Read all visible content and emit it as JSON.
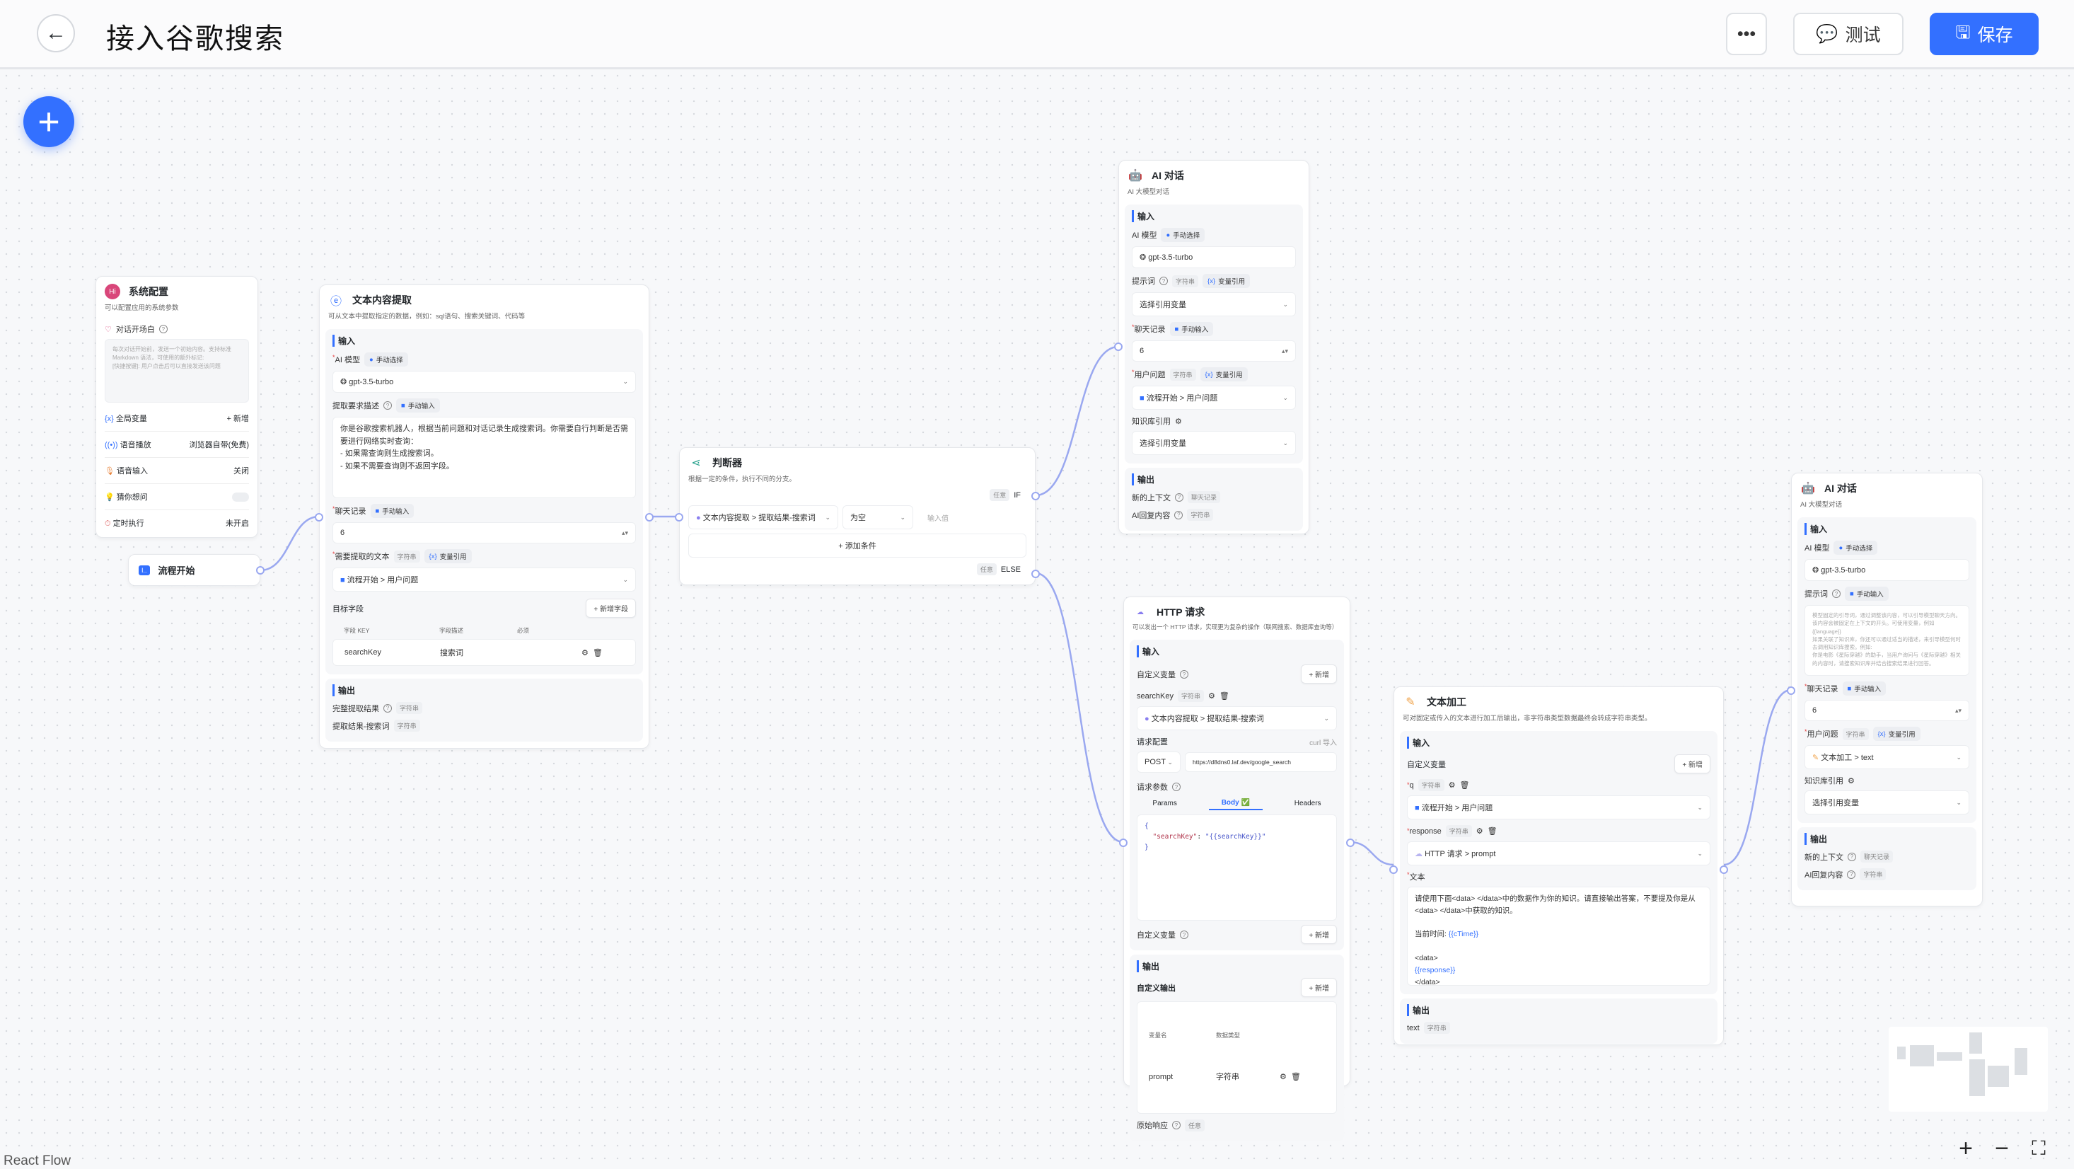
{
  "header": {
    "title": "接入谷歌搜索",
    "more_label": "•••",
    "test_label": "测试",
    "save_label": "保存"
  },
  "colors": {
    "accent": "#3370ff",
    "edge": "#9aa8f0"
  },
  "system_config": {
    "title": "系统配置",
    "desc": "可以配置应用的系统参数",
    "welcome_label": "对话开场白",
    "welcome_placeholder": "每次对话开始前，发送一个初始内容。支持标准 Markdown 语法，可使用的额外标记:\n[快捷按键]: 用户点击后可以直接发送该问题",
    "rows": [
      {
        "label": "全局变量",
        "value": "+ 新增"
      },
      {
        "label": "语音播放",
        "value": "浏览器自带(免费)"
      },
      {
        "label": "语音输入",
        "value": "关闭"
      },
      {
        "label": "猜你想问",
        "value": ""
      },
      {
        "label": "定时执行",
        "value": "未开启"
      }
    ],
    "guess_toggle_on": false
  },
  "flow_start": {
    "title": "流程开始"
  },
  "extract": {
    "title": "文本内容提取",
    "desc": "可从文本中提取指定的数据，例如：sql语句、搜索关键词、代码等",
    "input": "输入",
    "model_label": "AI 模型",
    "model_chip": "手动选择",
    "model": "gpt-3.5-turbo",
    "req_label": "提取要求描述",
    "req_chip": "手动输入",
    "req_text": "你是谷歌搜索机器人，根据当前问题和对话记录生成搜索词。你需要自行判断是否需要进行网络实时查询：\n- 如果需查询则生成搜索词。\n- 如果不需要查询则不返回字段。",
    "history_label": "聊天记录",
    "history_chip": "手动输入",
    "history_value": "6",
    "text_label": "需要提取的文本",
    "text_tag": "字符串",
    "text_chip": "变量引用",
    "text_value": "流程开始 > 用户问题",
    "target_label": "目标字段",
    "add_field": "+ 新增字段",
    "cols": [
      "字段 KEY",
      "字段描述",
      "必须"
    ],
    "field_key": "searchKey",
    "field_desc": "搜索词",
    "output": "输出",
    "out1": "完整提取结果",
    "out1_tag": "字符串",
    "out2": "提取结果-搜索词",
    "out2_tag": "字符串"
  },
  "judge": {
    "title": "判断器",
    "desc": "根据一定的条件，执行不同的分支。",
    "if_tag": "任意",
    "if_label": "IF",
    "cond_var": "文本内容提取 > 提取结果-搜索词",
    "cond_op": "为空",
    "cond_value_placeholder": "输入值",
    "add_cond": "+  添加条件",
    "else_tag": "任意",
    "else_label": "ELSE"
  },
  "ai1": {
    "title": "AI 对话",
    "desc": "AI 大模型对话",
    "input": "输入",
    "model_label": "AI 模型",
    "model_chip": "手动选择",
    "model": "gpt-3.5-turbo",
    "prompt_label": "提示词",
    "prompt_tag": "字符串",
    "prompt_chip": "变量引用",
    "prompt_value": "选择引用变量",
    "history_label": "聊天记录",
    "history_chip": "手动输入",
    "history_value": "6",
    "q_label": "用户问题",
    "q_tag": "字符串",
    "q_chip": "变量引用",
    "q_value": "流程开始 > 用户问题",
    "kb_label": "知识库引用",
    "kb_value": "选择引用变量",
    "output": "输出",
    "out1": "新的上下文",
    "out1_tag": "聊天记录",
    "out2": "AI回复内容",
    "out2_tag": "字符串"
  },
  "http": {
    "title": "HTTP 请求",
    "desc": "可以发出一个 HTTP 请求，实现更为复杂的操作（联网搜索、数据库查询等）",
    "input": "输入",
    "custom_var": "自定义变量",
    "add": "+ 新增",
    "var_name": "searchKey",
    "var_tag": "字符串",
    "var_value": "文本内容提取 > 提取结果-搜索词",
    "req_cfg": "请求配置",
    "curl": "curl 导入",
    "method": "POST",
    "url": "https://d8dns0.laf.dev/google_search",
    "params_label": "请求参数",
    "tabs": [
      "Params",
      "Body ✅",
      "Headers"
    ],
    "body_open": "{",
    "body_key": "\"searchKey\"",
    "body_val": "\"{{searchKey}}\"",
    "body_close": "}",
    "custom_var2": "自定义变量",
    "add2": "+ 新增",
    "output": "输出",
    "custom_out": "自定义输出",
    "add3": "+ 新增",
    "out_cols": [
      "变量名",
      "数据类型"
    ],
    "out_name": "prompt",
    "out_type": "字符串",
    "raw": "原始响应",
    "raw_tag": "任意"
  },
  "textproc": {
    "title": "文本加工",
    "desc": "可对固定或传入的文本进行加工后输出，非字符串类型数据最终会转成字符串类型。",
    "input": "输入",
    "custom_var": "自定义变量",
    "add": "+ 新增",
    "v1": "q",
    "v1_tag": "字符串",
    "v1_value": "流程开始 > 用户问题",
    "v2": "response",
    "v2_tag": "字符串",
    "v2_value": "HTTP 请求 > prompt",
    "text_label": "文本",
    "text_l1": "请使用下面<data> </data>中的数据作为你的知识。请直接输出答案，不要提及你是从<data> </data>中获取的知识。",
    "text_l2": "当前时间: ",
    "text_l2_var": "{{cTime}}",
    "text_l3": "<data>",
    "text_l4": "{{response}}",
    "text_l5": "</data>",
    "output": "输出",
    "out": "text",
    "out_tag": "字符串"
  },
  "ai2": {
    "title": "AI 对话",
    "desc": "AI 大模型对话",
    "input": "输入",
    "model_label": "AI 模型",
    "model_chip": "手动选择",
    "model": "gpt-3.5-turbo",
    "prompt_label": "提示词",
    "prompt_chip": "手动输入",
    "prompt_placeholder": "模型固定的引导词，通过调整该内容，可以引导模型聊天方向。该内容会被固定在上下文的开头。可使用变量，例如 {{language}}\n如果关联了知识库，你还可以通过适当的描述，来引导模型何时去调用知识库搜索。例如:\n你是电影《星际穿越》的助手，当用户询问与《星际穿越》相关的内容时，请搜索知识库并结合搜索结果进行回答。",
    "history_label": "聊天记录",
    "history_chip": "手动输入",
    "history_value": "6",
    "q_label": "用户问题",
    "q_tag": "字符串",
    "q_chip": "变量引用",
    "q_value": "文本加工 > text",
    "kb_label": "知识库引用",
    "kb_value": "选择引用变量",
    "output": "输出",
    "out1": "新的上下文",
    "out1_tag": "聊天记录",
    "out2": "AI回复内容",
    "out2_tag": "字符串"
  },
  "controls": {
    "zoom_in": "+",
    "zoom_out": "−",
    "fit": "⛶"
  },
  "attribution": "React Flow"
}
